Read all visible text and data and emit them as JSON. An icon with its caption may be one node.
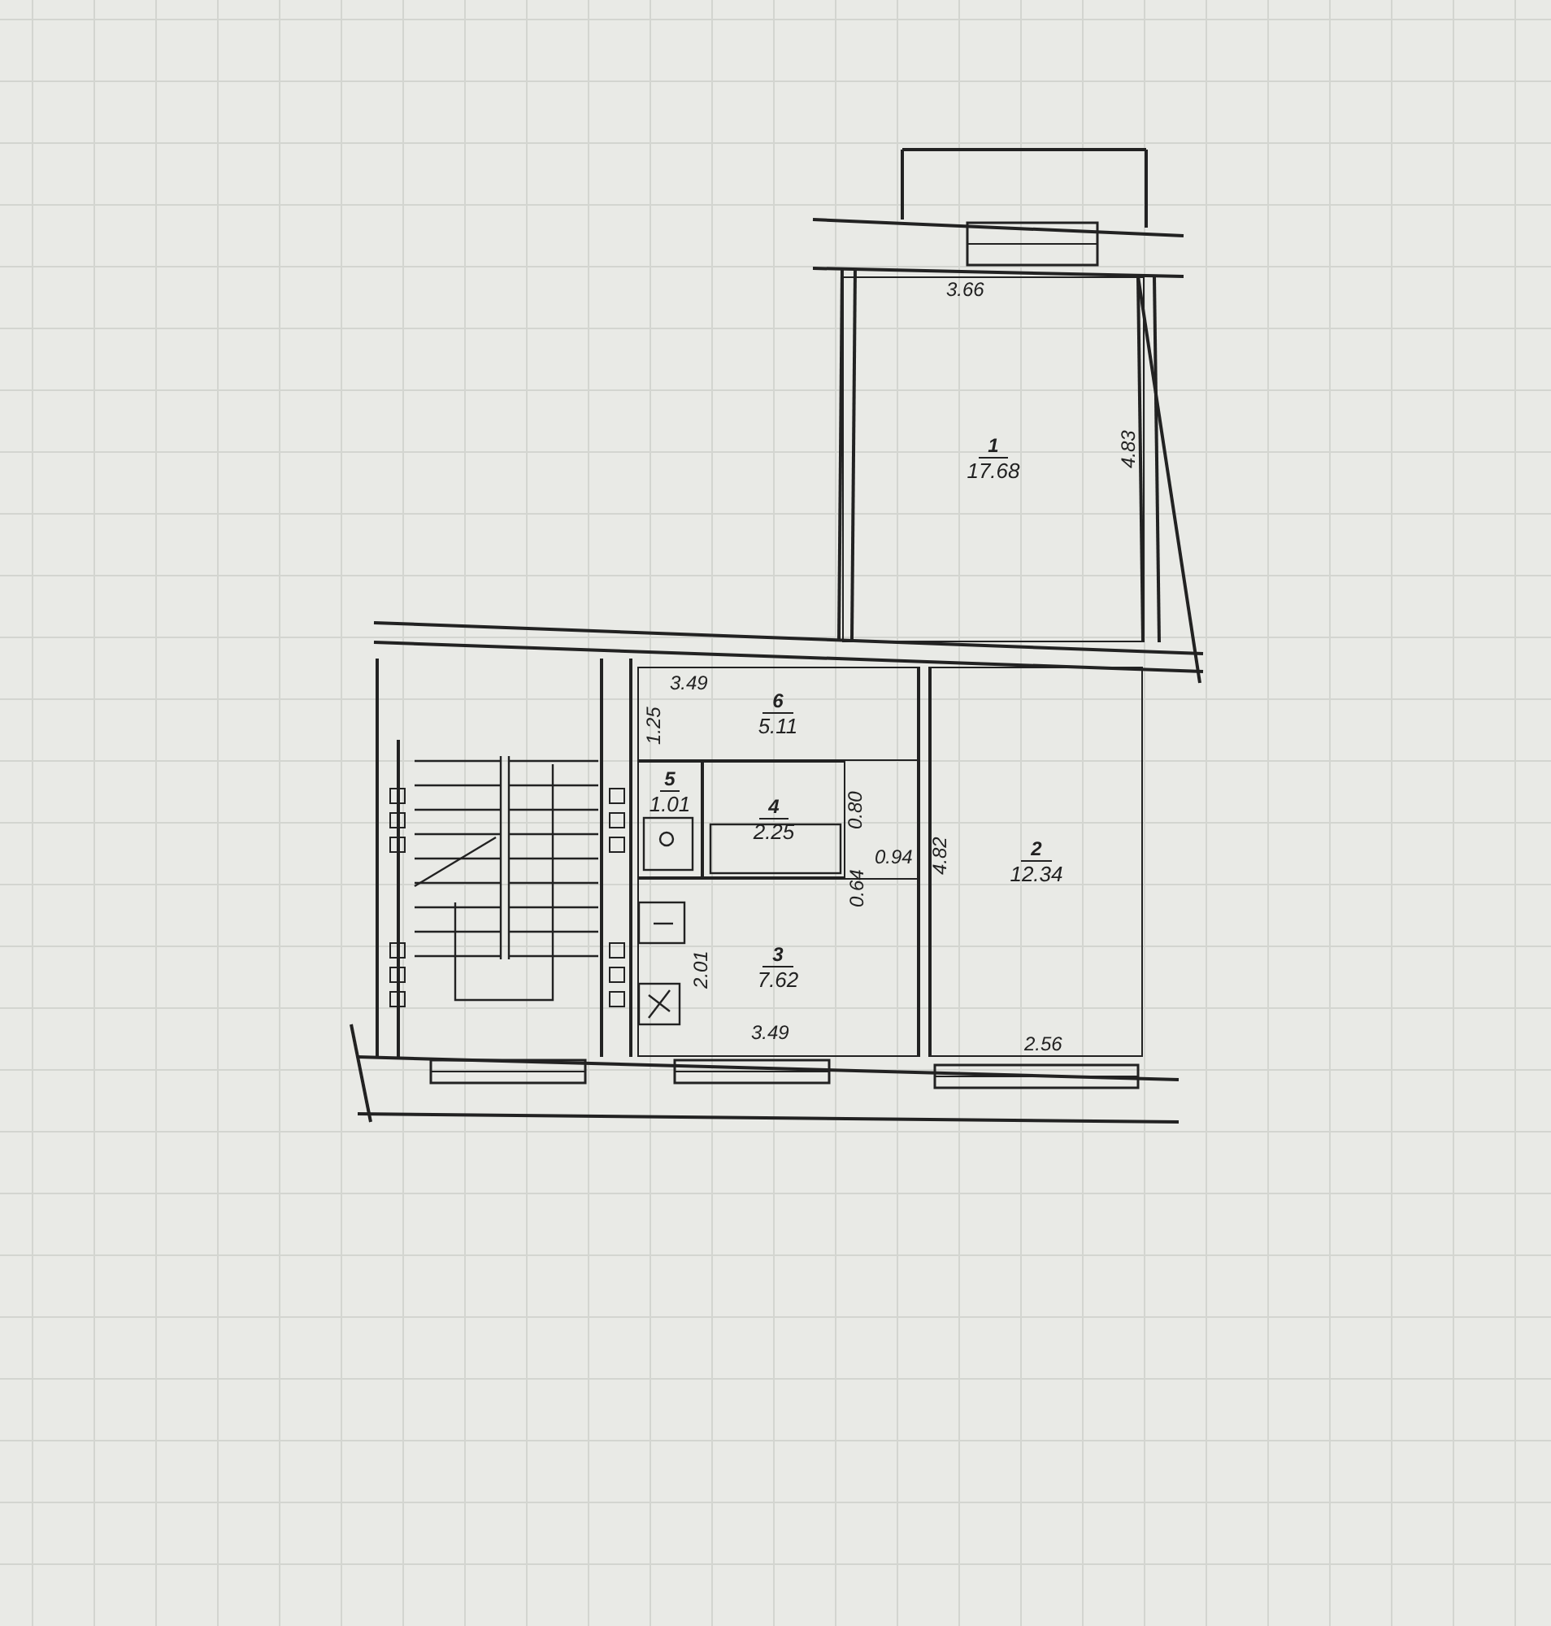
{
  "diagram": {
    "nodes": [
      {
        "text": [
          "1",
          "17.68"
        ]
      },
      {
        "text": [
          "6",
          "5.11"
        ]
      },
      {
        "text": [
          "5",
          "1.01"
        ]
      },
      {
        "text": [
          "4",
          "2.25"
        ]
      },
      {
        "text": [
          "2",
          "12.34"
        ]
      },
      {
        "text": [
          "3",
          "7.62"
        ]
      }
    ],
    "edges": [],
    "labels": [
      "3.66",
      "4.83",
      "3.49",
      "1.25",
      "0.80",
      "0.94",
      "0.64",
      "4.82",
      "2.01",
      "3.49",
      "2.56"
    ]
  }
}
